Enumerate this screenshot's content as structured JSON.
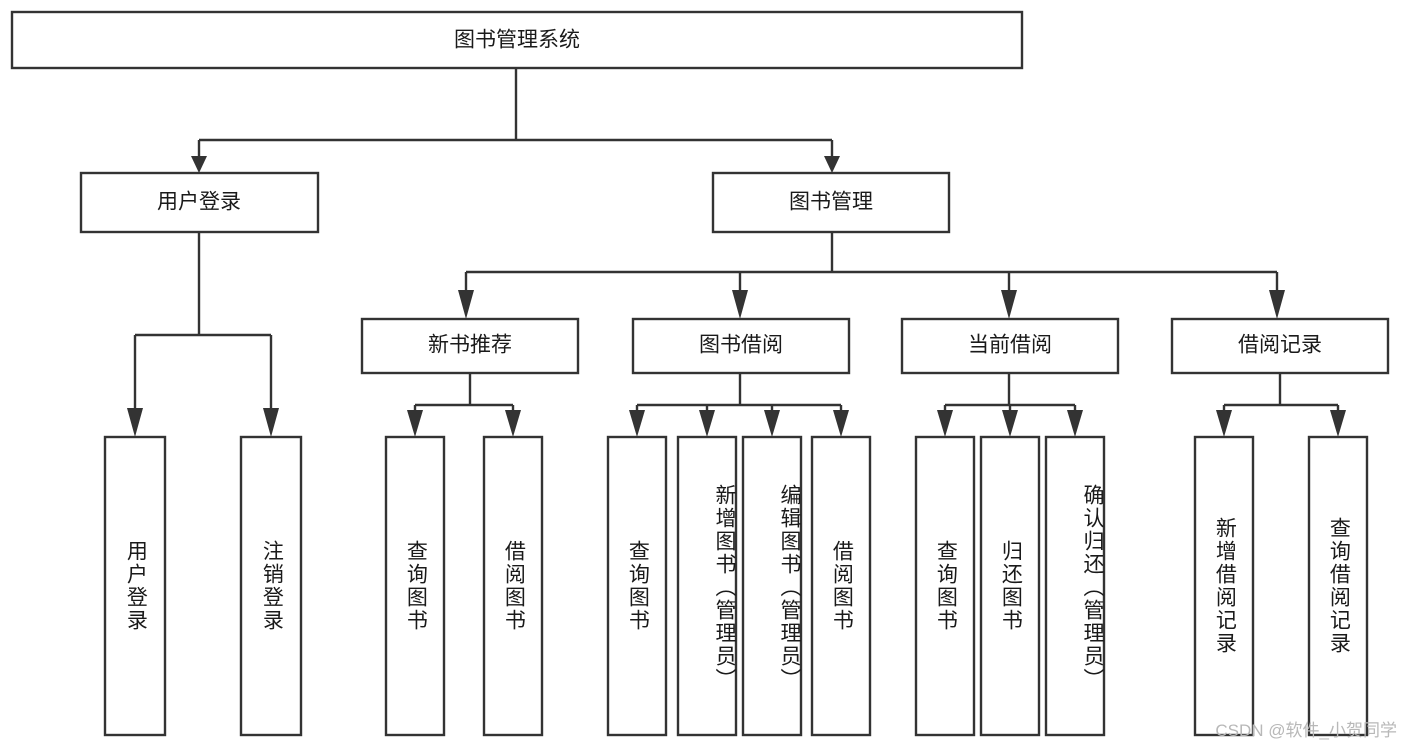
{
  "diagram": {
    "type": "hierarchy-tree",
    "title_node": {
      "id": "root",
      "label": "图书管理系统"
    },
    "level1": [
      {
        "id": "user-login",
        "label": "用户登录"
      },
      {
        "id": "book-management",
        "label": "图书管理"
      }
    ],
    "level2": [
      {
        "id": "new-book-recommend",
        "label": "新书推荐",
        "parent": "book-management"
      },
      {
        "id": "book-borrow",
        "label": "图书借阅",
        "parent": "book-management"
      },
      {
        "id": "current-borrow",
        "label": "当前借阅",
        "parent": "book-management"
      },
      {
        "id": "borrow-record",
        "label": "借阅记录",
        "parent": "book-management"
      }
    ],
    "leaves": {
      "user-login": [
        {
          "id": "leaf-user-login",
          "label": "用户登录"
        },
        {
          "id": "leaf-user-logout",
          "label": "注销登录"
        }
      ],
      "new-book-recommend": [
        {
          "id": "leaf-query-book-1",
          "label": "查询图书"
        },
        {
          "id": "leaf-borrow-book-1",
          "label": "借阅图书"
        }
      ],
      "book-borrow": [
        {
          "id": "leaf-query-book-2",
          "label": "查询图书"
        },
        {
          "id": "leaf-add-book",
          "label": "新增图书（管理员）"
        },
        {
          "id": "leaf-edit-book",
          "label": "编辑图书（管理员）"
        },
        {
          "id": "leaf-borrow-book-2",
          "label": "借阅图书"
        }
      ],
      "current-borrow": [
        {
          "id": "leaf-query-book-3",
          "label": "查询图书"
        },
        {
          "id": "leaf-return-book",
          "label": "归还图书"
        },
        {
          "id": "leaf-confirm-return",
          "label": "确认归还（管理员）"
        }
      ],
      "borrow-record": [
        {
          "id": "leaf-add-record",
          "label": "新增借阅记录"
        },
        {
          "id": "leaf-query-record",
          "label": "查询借阅记录"
        }
      ]
    },
    "colors": {
      "box_stroke": "#333333",
      "box_fill": "#ffffff",
      "text": "#1a1a1a",
      "line": "#333333",
      "watermark": "#b8b8b8",
      "background": "#ffffff"
    }
  },
  "watermark": {
    "text": "CSDN @软件_小贺同学"
  }
}
